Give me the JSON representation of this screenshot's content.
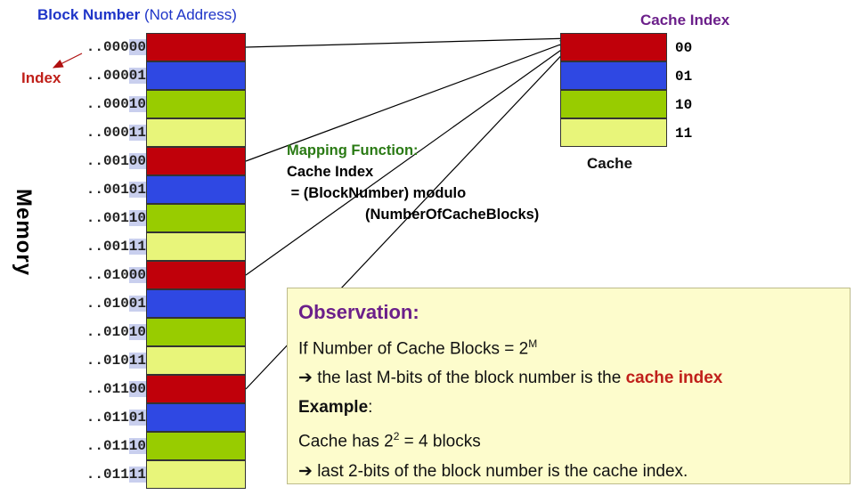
{
  "header": {
    "block_number_bold": "Block Number",
    "block_number_note": "(Not Address)",
    "cache_index_title": "Cache Index"
  },
  "index_label": "Index",
  "memory_label": "Memory",
  "memory_blocks": [
    {
      "prefix": "..000",
      "suffix": "00",
      "color": "#c0000a"
    },
    {
      "prefix": "..000",
      "suffix": "01",
      "color": "#2f48e3"
    },
    {
      "prefix": "..000",
      "suffix": "10",
      "color": "#98cc00"
    },
    {
      "prefix": "..000",
      "suffix": "11",
      "color": "#e8f57a"
    },
    {
      "prefix": "..001",
      "suffix": "00",
      "color": "#c0000a"
    },
    {
      "prefix": "..001",
      "suffix": "01",
      "color": "#2f48e3"
    },
    {
      "prefix": "..001",
      "suffix": "10",
      "color": "#98cc00"
    },
    {
      "prefix": "..001",
      "suffix": "11",
      "color": "#e8f57a"
    },
    {
      "prefix": "..010",
      "suffix": "00",
      "color": "#c0000a"
    },
    {
      "prefix": "..010",
      "suffix": "01",
      "color": "#2f48e3"
    },
    {
      "prefix": "..010",
      "suffix": "10",
      "color": "#98cc00"
    },
    {
      "prefix": "..010",
      "suffix": "11",
      "color": "#e8f57a"
    },
    {
      "prefix": "..011",
      "suffix": "00",
      "color": "#c0000a"
    },
    {
      "prefix": "..011",
      "suffix": "01",
      "color": "#2f48e3"
    },
    {
      "prefix": "..011",
      "suffix": "10",
      "color": "#98cc00"
    },
    {
      "prefix": "..011",
      "suffix": "11",
      "color": "#e8f57a"
    }
  ],
  "cache_blocks": [
    {
      "index": "00",
      "color": "#c0000a"
    },
    {
      "index": "01",
      "color": "#2f48e3"
    },
    {
      "index": "10",
      "color": "#98cc00"
    },
    {
      "index": "11",
      "color": "#e8f57a"
    }
  ],
  "cache_label": "Cache",
  "mapping": {
    "title": "Mapping Function:",
    "line1": "Cache Index",
    "line2": " = (BlockNumber) modulo",
    "line3": "(NumberOfCacheBlocks)"
  },
  "observation": {
    "title": "Observation:",
    "line1_pre": "If Number of Cache Blocks = 2",
    "line1_sup": "M",
    "arrow": "➔",
    "line2_pre": " the last M-bits of the block number is the ",
    "line2_em": "cache index",
    "example_label": "Example",
    "example_colon": ":",
    "line3_pre": "Cache has 2",
    "line3_sup": "2",
    "line3_post": " = 4 blocks",
    "line4": " last 2-bits of the block number is the cache index."
  }
}
